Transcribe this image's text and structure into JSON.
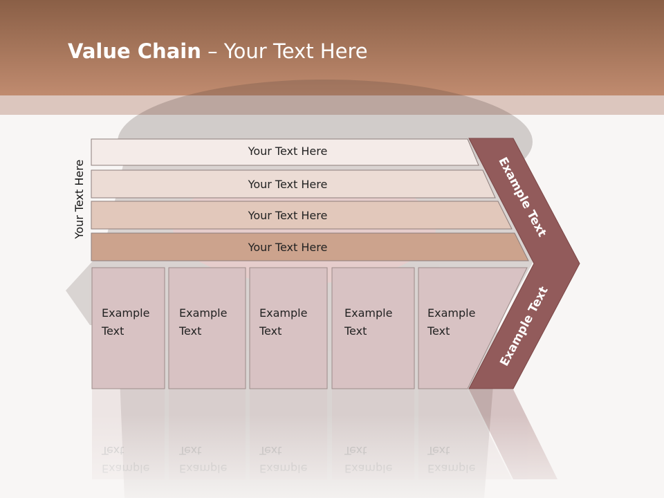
{
  "slide": {
    "title_bold": "Value Chain",
    "title_rest": " – Your Text Here",
    "side_label": "Your Text Here"
  },
  "bars": [
    {
      "label": "Your Text Here",
      "fill": "#f4ebe8"
    },
    {
      "label": "Your Text Here",
      "fill": "#ecdcd5"
    },
    {
      "label": "Your Text Here",
      "fill": "#e2c8bb"
    },
    {
      "label": "Your Text Here",
      "fill": "#cca38d"
    }
  ],
  "boxes": [
    {
      "line1": "Example",
      "line2": "Text"
    },
    {
      "line1": "Example",
      "line2": "Text"
    },
    {
      "line1": "Example",
      "line2": "Text"
    },
    {
      "line1": "Example",
      "line2": "Text"
    },
    {
      "line1": "Example",
      "line2": "Text"
    }
  ],
  "chevron": {
    "upper_label": "Example Text",
    "lower_label": "Example Text",
    "fill": "#925b5b"
  },
  "colors": {
    "header_top": "#8a5f46",
    "header_bottom": "#c08b6f",
    "box_fill": "#d8c2c3",
    "box_border": "#9c8a88"
  }
}
